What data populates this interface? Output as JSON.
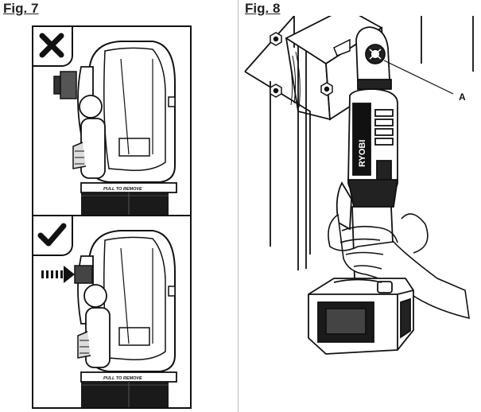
{
  "figures": {
    "fig7": {
      "label": "Fig. 7",
      "wrong_panel": {
        "ring_text": "PULL TO REMOVE"
      },
      "right_panel": {
        "ring_text": "PULL TO REMOVE"
      }
    },
    "fig8": {
      "label": "Fig. 8",
      "callout": "A",
      "brand_text": "RYOBI"
    }
  }
}
